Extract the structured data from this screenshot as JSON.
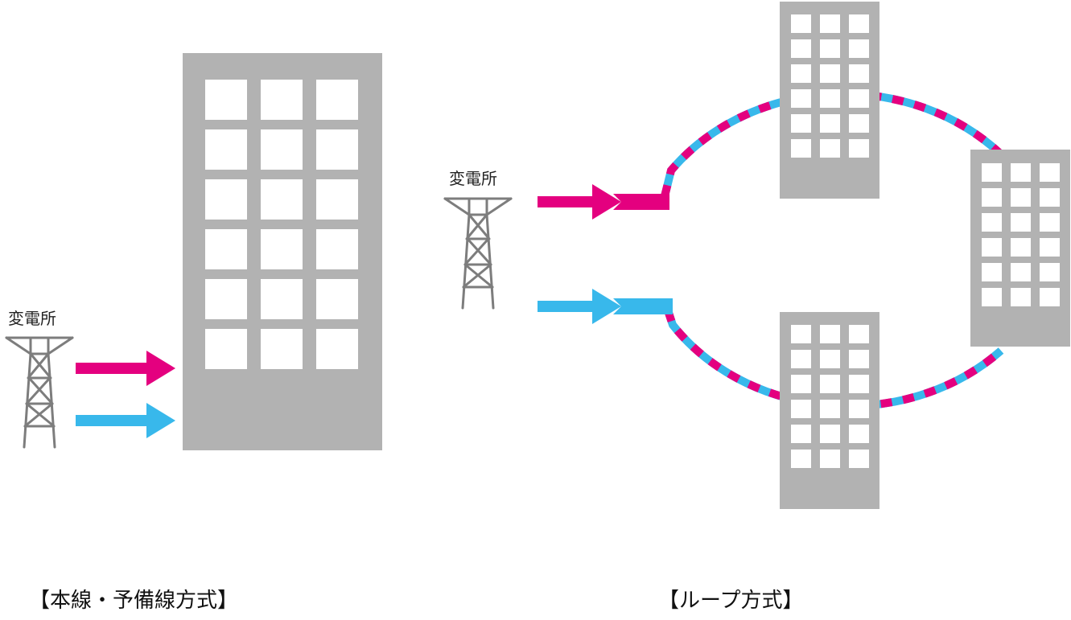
{
  "colors": {
    "building": "#b2b2b2",
    "window": "#ffffff",
    "primary_line": "#e4007f",
    "backup_line": "#38b8eb",
    "tower": "#7d7d7d",
    "text": "#222222"
  },
  "left_panel": {
    "substation_label": "変電所",
    "caption": "【本線・予備線方式】",
    "icons": [
      "transmission-tower-icon",
      "office-building-icon"
    ]
  },
  "right_panel": {
    "substation_label": "変電所",
    "caption": "【ループ方式】",
    "icons": [
      "transmission-tower-icon",
      "office-building-icon"
    ]
  }
}
